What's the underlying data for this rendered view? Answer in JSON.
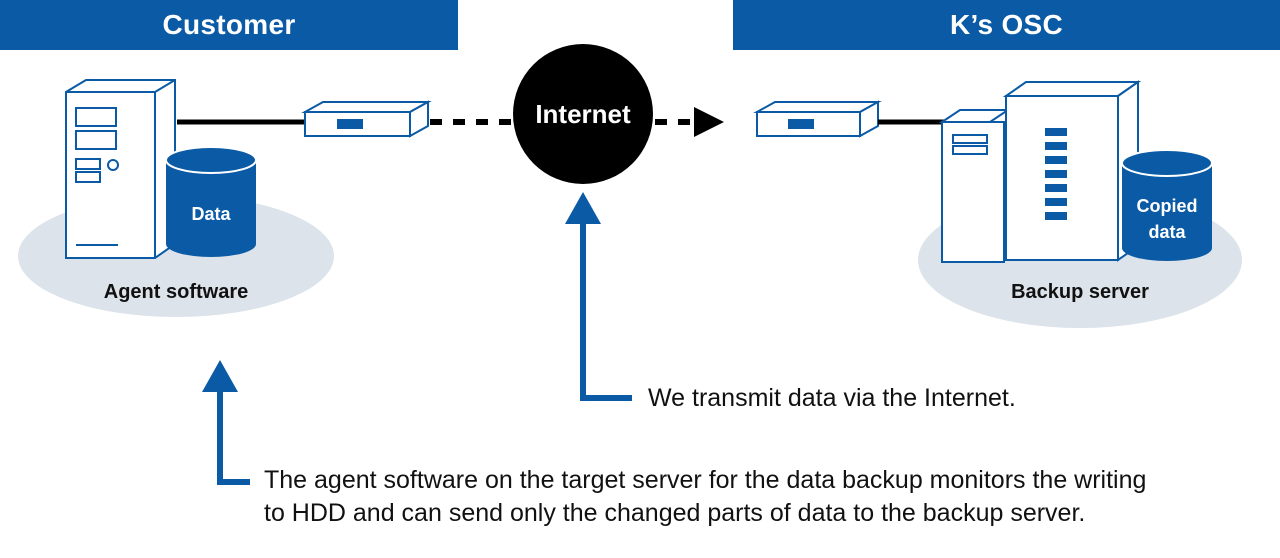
{
  "headers": {
    "customer": "Customer",
    "osc": "K’s OSC"
  },
  "nodes": {
    "internet": "Internet",
    "data_db": "Data",
    "agent_software": "Agent software",
    "copied_db_line1": "Copied",
    "copied_db_line2": "data",
    "backup_server": "Backup server"
  },
  "captions": {
    "internet_note": "We transmit data via the Internet.",
    "agent_note_line1": "The agent software on the target server for the data backup monitors the writing",
    "agent_note_line2": "to HDD and can send only the changed parts of data to the backup server."
  },
  "colors": {
    "brand_blue": "#0a5aa5",
    "ellipse_gray": "#dde3ea",
    "internet_black": "#000000"
  },
  "icons": {
    "customer_server": "server-tower-icon",
    "customer_db": "database-icon",
    "router_left": "router-icon",
    "router_right": "router-icon",
    "backup_server": "server-rack-icon",
    "backup_db": "database-icon"
  }
}
